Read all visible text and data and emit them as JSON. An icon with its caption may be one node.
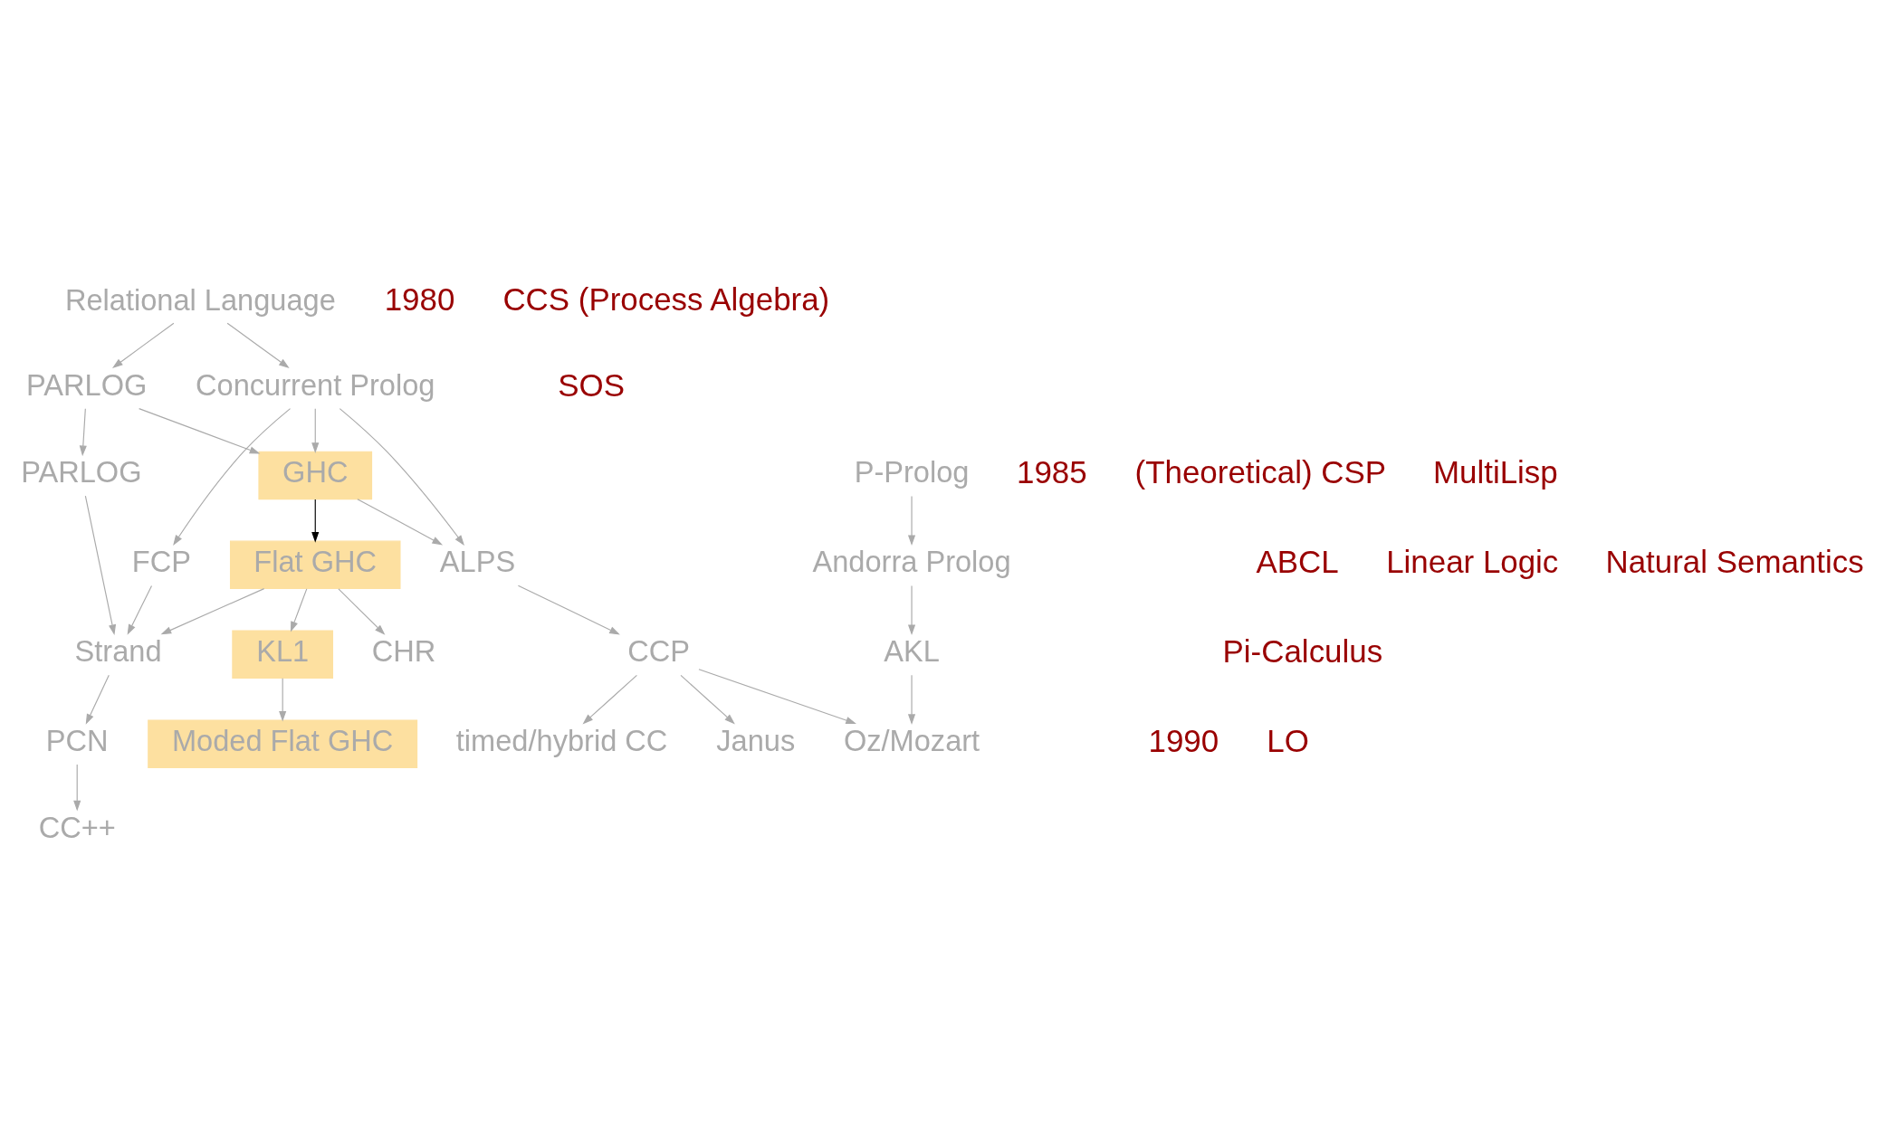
{
  "diagram": {
    "nodes": [
      {
        "text": [
          "Relational Language"
        ]
      },
      {
        "text": [
          "Concurrent Prolog"
        ]
      },
      {
        "text": [
          "PARLOG"
        ]
      },
      {
        "text": [
          "GHC"
        ]
      },
      {
        "text": [
          "FCP"
        ]
      },
      {
        "text": [
          "Flat GHC"
        ]
      },
      {
        "text": [
          "PARLOG"
        ]
      },
      {
        "text": [
          "ALPS"
        ]
      },
      {
        "text": [
          "P-Prolog"
        ]
      },
      {
        "text": [
          "KL1"
        ]
      },
      {
        "text": [
          "Strand"
        ]
      },
      {
        "text": [
          "Andorra Prolog"
        ]
      },
      {
        "text": [
          "CCP"
        ]
      },
      {
        "text": [
          "Moded Flat GHC"
        ]
      },
      {
        "text": [
          "CHR"
        ]
      },
      {
        "text": [
          "PCN"
        ]
      },
      {
        "text": [
          "Janus"
        ]
      },
      {
        "text": [
          "AKL"
        ]
      },
      {
        "text": [
          "CC++"
        ]
      },
      {
        "text": [
          "timed/hybrid CC"
        ]
      },
      {
        "text": [
          "Oz/Mozart"
        ]
      }
    ],
    "edges": [
      {
        "from": 0,
        "to": 1,
        "arrow": "to"
      },
      {
        "from": 0,
        "to": 2,
        "arrow": "to"
      },
      {
        "from": 1,
        "to": 3,
        "arrow": "to"
      },
      {
        "from": 2,
        "to": 3,
        "arrow": "to"
      },
      {
        "from": 1,
        "to": 4,
        "arrow": "to"
      },
      {
        "from": 2,
        "to": 6,
        "arrow": "to"
      },
      {
        "from": 1,
        "to": 7,
        "arrow": "to"
      },
      {
        "from": 3,
        "to": 7,
        "arrow": "to"
      },
      {
        "from": 3,
        "to": 5,
        "arrow": "to",
        "color": "#000000"
      },
      {
        "from": 5,
        "to": 9,
        "arrow": "to"
      },
      {
        "from": 4,
        "to": 10,
        "arrow": "to"
      },
      {
        "from": 5,
        "to": 10,
        "arrow": "to"
      },
      {
        "from": 6,
        "to": 10,
        "arrow": "to"
      },
      {
        "from": 5,
        "to": 14,
        "arrow": "to"
      },
      {
        "from": 9,
        "to": 13,
        "arrow": "to"
      },
      {
        "from": 10,
        "to": 15,
        "arrow": "to"
      },
      {
        "from": 15,
        "to": 18,
        "arrow": "to"
      },
      {
        "from": 7,
        "to": 12,
        "arrow": "to"
      },
      {
        "from": 12,
        "to": 16,
        "arrow": "to"
      },
      {
        "from": 12,
        "to": 19,
        "arrow": "to"
      },
      {
        "from": 12,
        "to": 20,
        "arrow": "to"
      },
      {
        "from": 17,
        "to": 20,
        "arrow": "to"
      },
      {
        "from": 8,
        "to": 11,
        "arrow": "to"
      },
      {
        "from": 11,
        "to": 17,
        "arrow": "to"
      }
    ],
    "labels": [
      "1980",
      "CCS (Process Algebra)",
      "SOS",
      "1985",
      "(Theoretical) CSP",
      "MultiLisp",
      "ABCL",
      "Linear Logic",
      "Natural Semantics",
      "Pi-Calculus",
      "1990",
      "LO"
    ]
  }
}
